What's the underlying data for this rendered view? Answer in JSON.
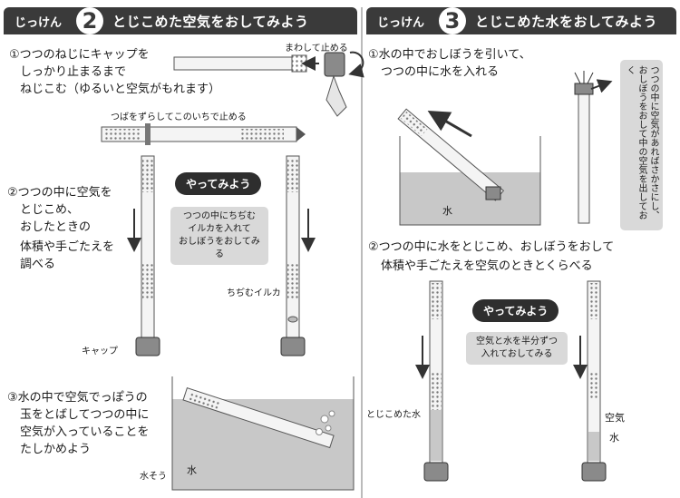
{
  "exp2": {
    "tag": "じっけん",
    "number": "2",
    "title": "とじこめた空気をおしてみよう",
    "step1": [
      "①つつのねじにキャップを",
      "しっかり止まるまで",
      "ねじこむ（ゆるいと空気がもれます）"
    ],
    "label_twist": "まわして止める",
    "label_flange": "つばをずらしてこのいちで止める",
    "step2": [
      "②つつの中に空気を",
      "とじこめ、",
      "おしたときの",
      "体積や手ごたえを",
      "調べる"
    ],
    "bubble": "やってみよう",
    "note": [
      "つつの中にちぢむ",
      "イルカを入れて",
      "おしぼうをおしてみる"
    ],
    "label_dolphin": "ちぢむイルカ",
    "label_cap": "キャップ",
    "step3": [
      "③水の中で空気でっぽうの",
      "玉をとばしてつつの中に",
      "空気が入っていることを",
      "たしかめよう"
    ],
    "label_tank": "水そう",
    "label_water": "水"
  },
  "exp3": {
    "tag": "じっけん",
    "number": "3",
    "title": "とじこめた水をおしてみよう",
    "step1": [
      "①水の中でおしぼうを引いて、",
      "つつの中に水を入れる"
    ],
    "label_water": "水",
    "vnote": [
      "つつの中に空気があればさかさにし、",
      "おしぼうをおして中の空気を出しておく"
    ],
    "step2": [
      "②つつの中に水をとじこめ、おしぼうをおして",
      "体積や手ごたえを空気のときとくらべる"
    ],
    "bubble": "やってみよう",
    "note": [
      "空気と水を半分ずつ",
      "入れておしてみる"
    ],
    "label_closed_water": "とじこめた水",
    "label_air": "空気",
    "label_water2": "水"
  },
  "colors": {
    "header": "#3a3a3a",
    "water": "#c8c8c8",
    "note_bg": "#d9d9d9"
  }
}
